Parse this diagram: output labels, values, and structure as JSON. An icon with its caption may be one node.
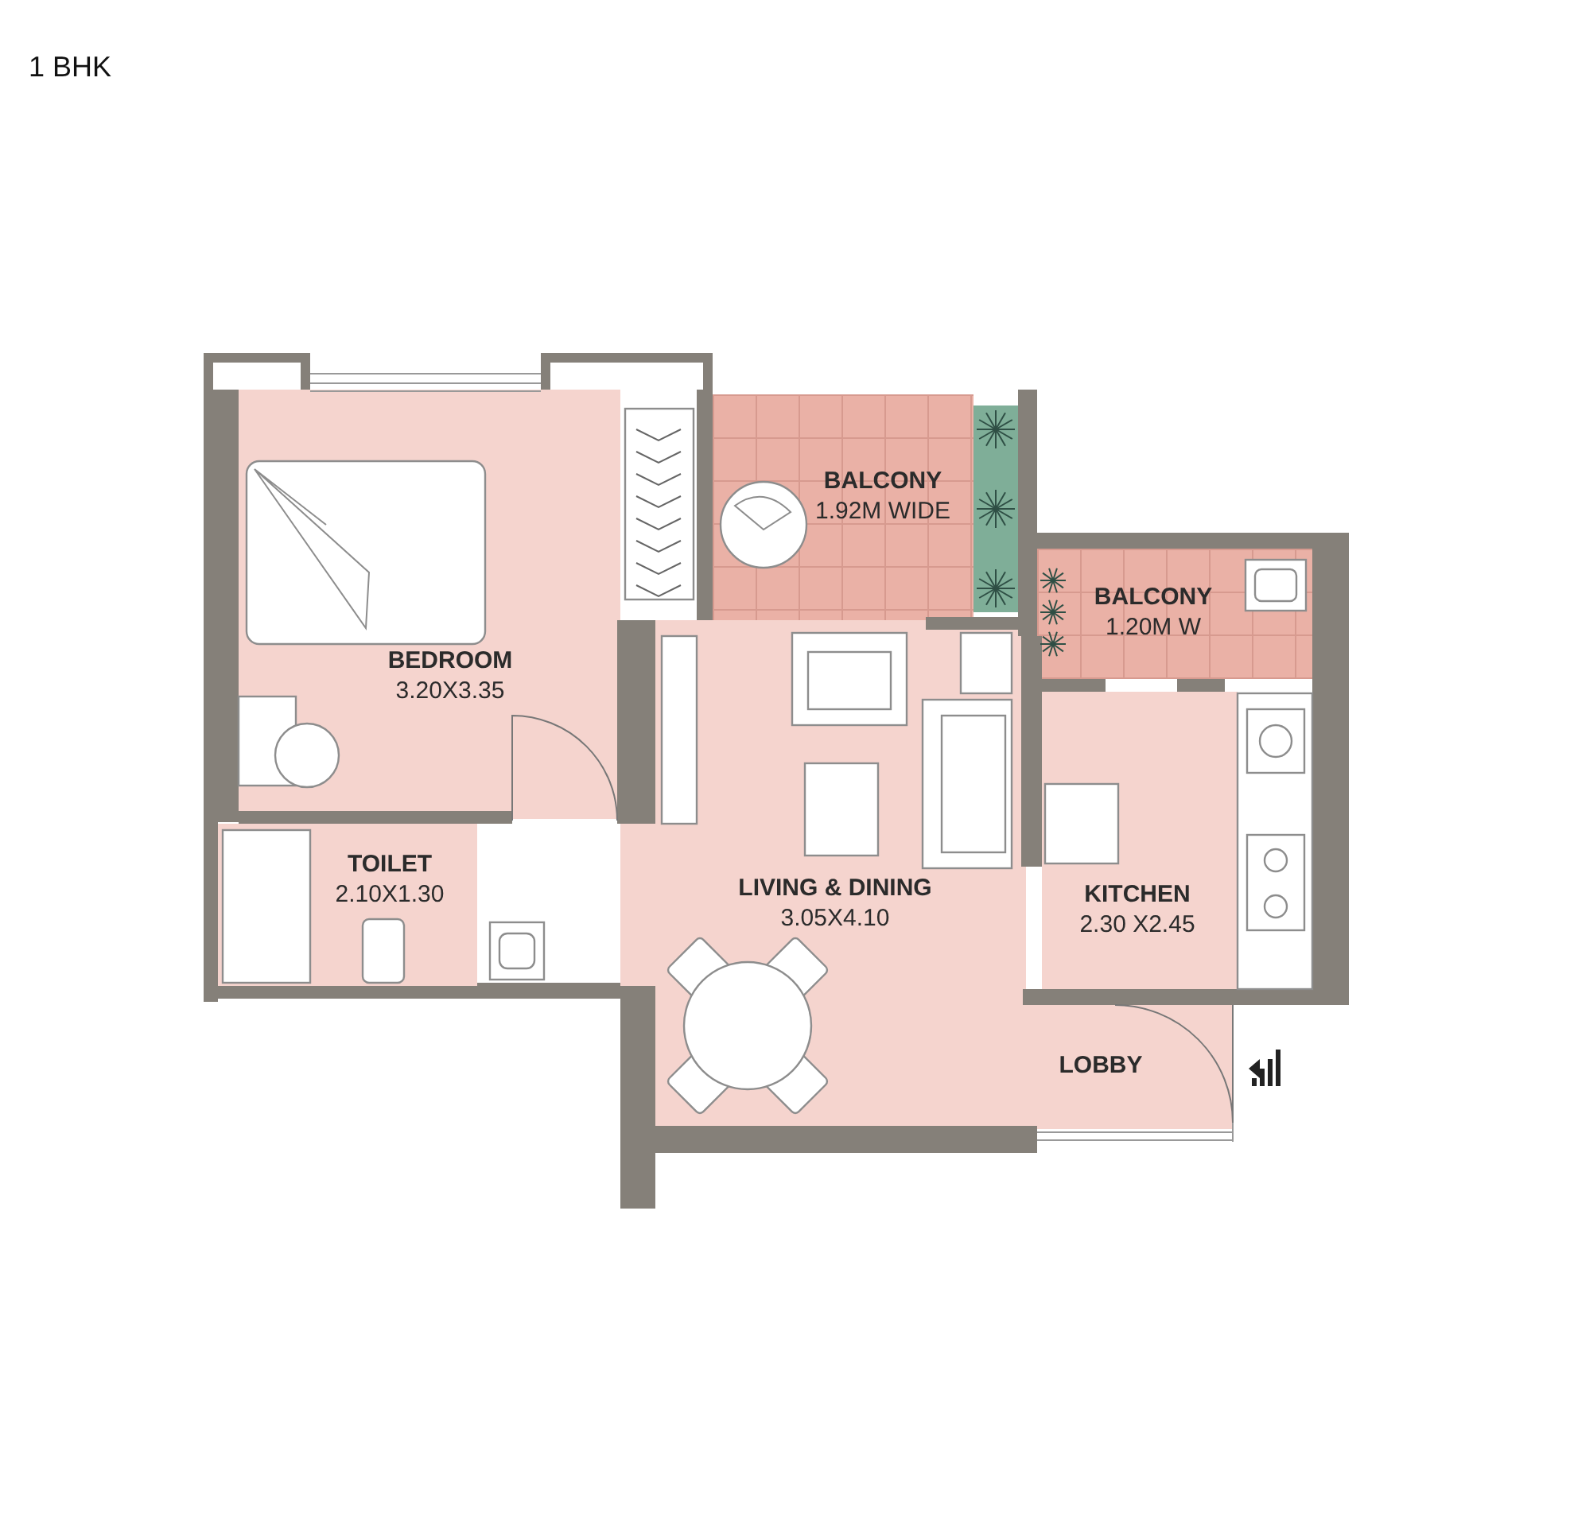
{
  "diagram": {
    "title": "1 BHK",
    "nodes": [
      {
        "text": [
          "BEDROOM",
          "3.20X3.35"
        ]
      },
      {
        "text": [
          "BALCONY",
          "1.92M WIDE"
        ]
      },
      {
        "text": [
          "BALCONY",
          "1.20M W"
        ]
      },
      {
        "text": [
          "TOILET",
          "2.10X1.30"
        ]
      },
      {
        "text": [
          "LIVING & DINING",
          "3.05X4.10"
        ]
      },
      {
        "text": [
          "KITCHEN",
          "2.30 X2.45"
        ]
      },
      {
        "text": [
          "LOBBY"
        ]
      }
    ]
  }
}
